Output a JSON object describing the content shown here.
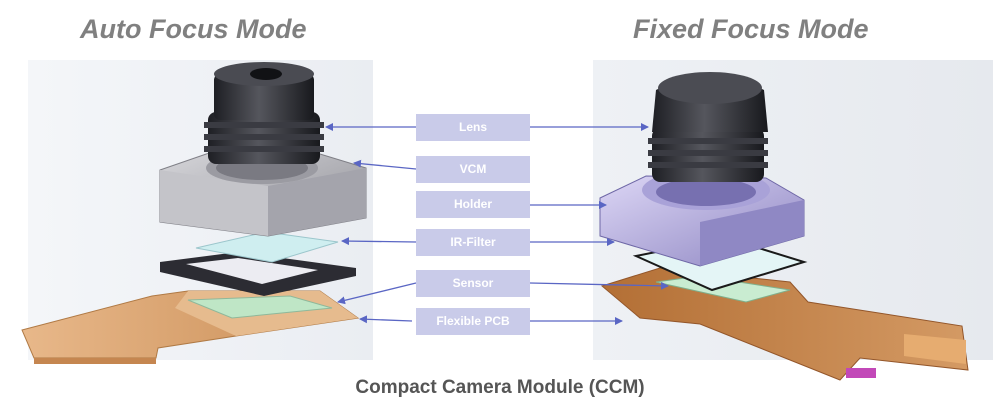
{
  "headings": {
    "left": "Auto Focus Mode",
    "right": "Fixed Focus Mode"
  },
  "labels": {
    "lens": "Lens",
    "vcm": "VCM",
    "holder": "Holder",
    "ir_filter": "IR-Filter",
    "sensor": "Sensor",
    "flexible_pcb": "Flexible PCB"
  },
  "caption": "Compact Camera Module (CCM)",
  "colors": {
    "label_bg": "#c9cbe9",
    "arrow": "#5a66c4",
    "heading": "#808080",
    "pcb": "#d9a46a",
    "vcm": "#b9b9bd",
    "holder": "#bdb6e6"
  }
}
